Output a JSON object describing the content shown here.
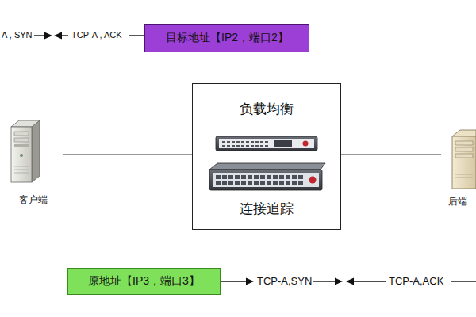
{
  "diagram": {
    "nodes": [
      {
        "text": [
          "目标地址【IP2，端口2】"
        ]
      },
      {
        "text": [
          "客户端"
        ]
      },
      {
        "text": [
          "负载均衡",
          "连接追踪"
        ]
      },
      {
        "text": [
          "后端"
        ]
      },
      {
        "text": [
          "原地址【IP3，端口3】"
        ]
      }
    ],
    "edges": [
      {
        "from": 1,
        "to": 2,
        "arrow": "none"
      },
      {
        "from": 2,
        "to": 3,
        "arrow": "none"
      }
    ],
    "labels": [
      "A , SYN",
      "TCP-A , ACK",
      "TCP-A,SYN",
      "TCP-A,ACK"
    ]
  }
}
